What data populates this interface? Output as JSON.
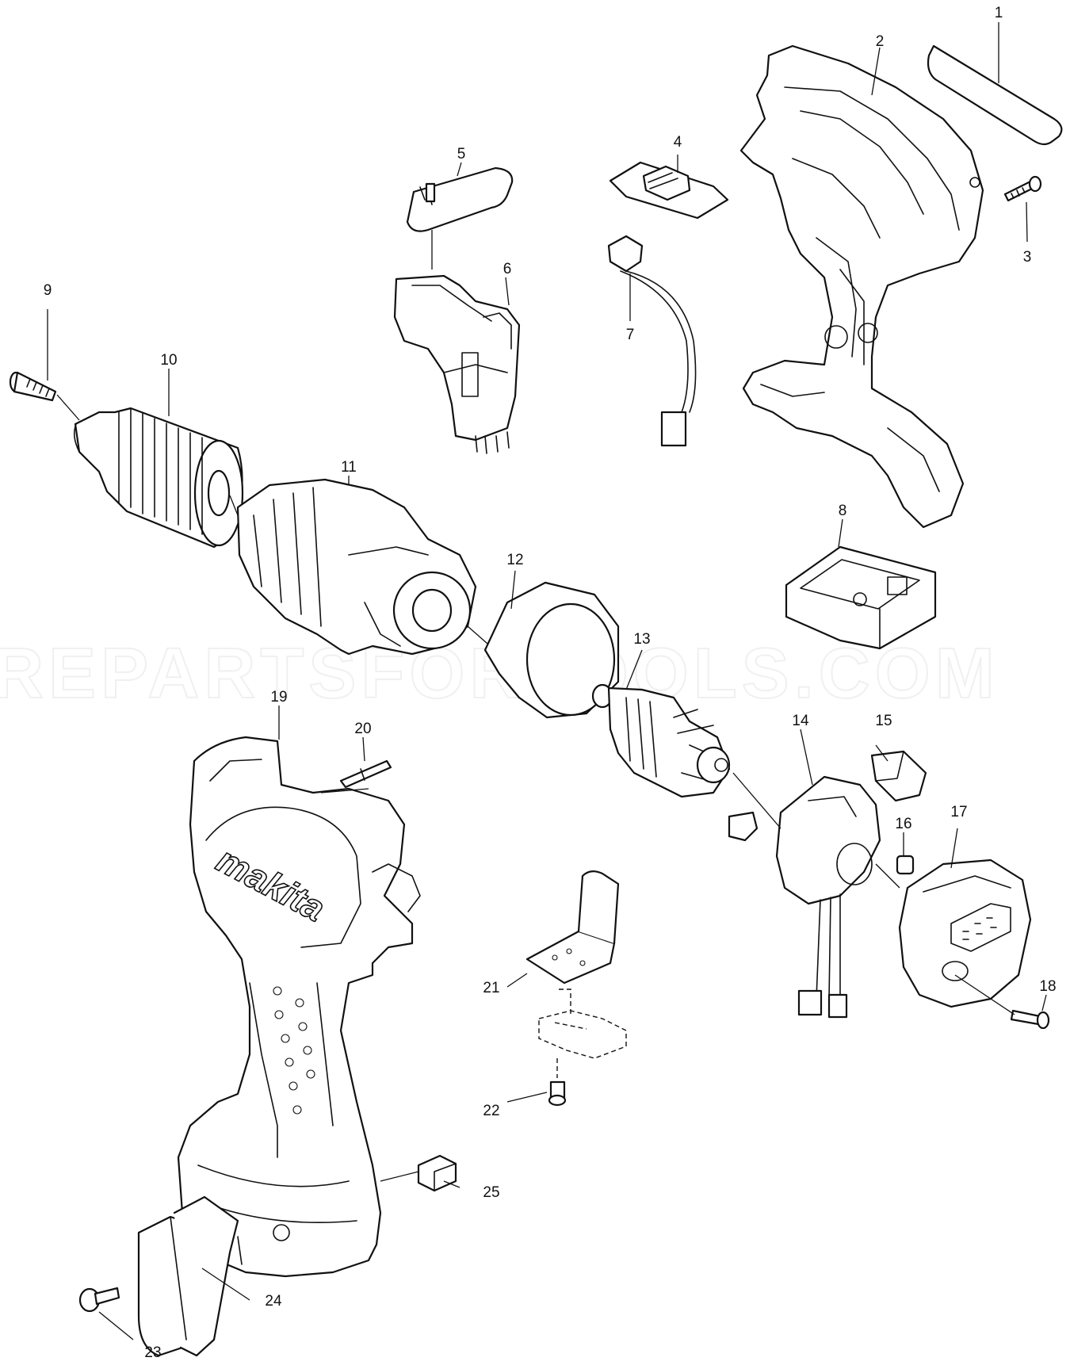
{
  "watermark": "REPARTSFORTOOLS.COM",
  "brand_logo": "makita",
  "callouts": [
    {
      "id": "p1",
      "label": "1"
    },
    {
      "id": "p2",
      "label": "2"
    },
    {
      "id": "p3",
      "label": "3"
    },
    {
      "id": "p4",
      "label": "4"
    },
    {
      "id": "p5",
      "label": "5"
    },
    {
      "id": "p6",
      "label": "6"
    },
    {
      "id": "p7",
      "label": "7"
    },
    {
      "id": "p8",
      "label": "8"
    },
    {
      "id": "p9",
      "label": "9"
    },
    {
      "id": "p10",
      "label": "10"
    },
    {
      "id": "p11",
      "label": "11"
    },
    {
      "id": "p12",
      "label": "12"
    },
    {
      "id": "p13",
      "label": "13"
    },
    {
      "id": "p14",
      "label": "14"
    },
    {
      "id": "p15",
      "label": "15"
    },
    {
      "id": "p16",
      "label": "16"
    },
    {
      "id": "p17",
      "label": "17"
    },
    {
      "id": "p18",
      "label": "18"
    },
    {
      "id": "p19",
      "label": "19"
    },
    {
      "id": "p20",
      "label": "20"
    },
    {
      "id": "p21",
      "label": "21"
    },
    {
      "id": "p22",
      "label": "22"
    },
    {
      "id": "p23",
      "label": "23"
    },
    {
      "id": "p24",
      "label": "24"
    },
    {
      "id": "p25",
      "label": "25"
    }
  ]
}
